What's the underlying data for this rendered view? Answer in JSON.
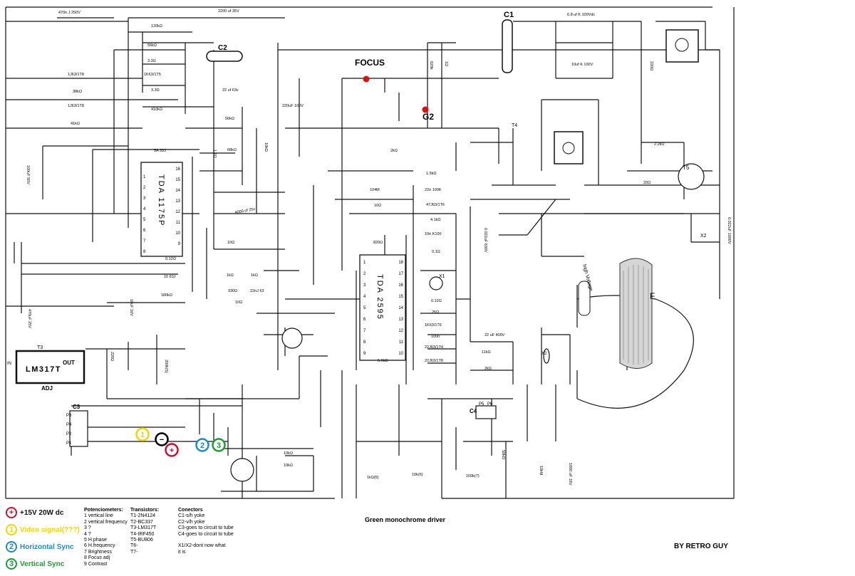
{
  "title": "Green monochrome driver",
  "author": "BY RETRO GUY",
  "labels": {
    "focus": "FOCUS",
    "g2": "G2",
    "c1": "C1",
    "c2": "C2",
    "c3": "C3",
    "c4": "C4",
    "p5": "P5",
    "p6": "P6",
    "t3": "T3",
    "t4": "T4",
    "t5": "T5",
    "x1": "X1",
    "x2": "X2",
    "ic1": "TDA 1175P",
    "ic2": "TDA 2595",
    "reg": "LM317T",
    "reg_in": "IN",
    "reg_out": "OUT",
    "reg_adj": "ADJ",
    "high_voltage": "high Voltage",
    "f": "F"
  },
  "components": [
    "470n J 250V",
    "2200 uf 35V",
    "120kΩ",
    "56kΩ",
    "3.3Ω",
    "1K63/1T5",
    "3.3Ω",
    "1J63/1T8",
    "38kΩ",
    "1J63/1T8",
    "410kΩ",
    "41kΩ",
    "22 uf 63v",
    "56kΩ",
    "5A 33J",
    "68kΩ",
    "1.2Ω",
    "10kΩ",
    "4000 uf 25v",
    "10Ω",
    "100uF 50V",
    "0.12Ω",
    "15 63J",
    "180kΩ",
    "1kΩ",
    "1kΩ",
    "330Ω",
    "22nJ 63",
    "10Ω",
    "10uF 16V",
    "470uF 25V",
    "220Ω",
    "200k(5)",
    "10kΩ",
    "10kΩ",
    "220uF 100V",
    "620k",
    "1Ω",
    "2kΩ",
    "1.5kΩ",
    "22n 100K",
    "104M",
    "10Ω",
    "47J63/1T6",
    "4.1kΩ",
    "10n K100",
    "0.1Ω",
    "820Ω",
    "0.12Ω",
    "25Ω",
    "1K63/1T6",
    "100n",
    "22J63/1T4",
    "22J63/1T8",
    "5.6kΩ",
    "6.8 uf K 100Vdc",
    "10uf K 100V",
    "220Ω",
    "2.2kΩ",
    "33Ω",
    "0.022uF 1000V",
    "0.022uF 630V",
    "22 uF 400V",
    "11kΩ",
    "2kΩ",
    "1000 uF 16V",
    "10kM",
    "50kΩ",
    "100k(7)",
    "10k(6)",
    "1kΩ(5)"
  ],
  "markers": [
    {
      "num": "+",
      "color": "#c8102e"
    },
    {
      "num": "1",
      "color": "#f2d600"
    },
    {
      "num": "−",
      "color": "#000000"
    },
    {
      "num": "+",
      "color": "#c8102e"
    },
    {
      "num": "2",
      "color": "#1e8bc3"
    },
    {
      "num": "3",
      "color": "#1f9a3a"
    }
  ],
  "pins_c3": [
    "P3",
    "P4",
    "P2",
    "P1"
  ],
  "pins_ic1_left": [
    "1",
    "2",
    "3",
    "4",
    "5",
    "6",
    "7",
    "8"
  ],
  "pins_ic1_right": [
    "16",
    "15",
    "14",
    "13",
    "12",
    "11",
    "10",
    "9"
  ],
  "pins_ic2_left": [
    "1",
    "2",
    "3",
    "4",
    "5",
    "6",
    "7",
    "8",
    "9"
  ],
  "pins_ic2_right": [
    "18",
    "17",
    "16",
    "15",
    "14",
    "13",
    "12",
    "11",
    "10"
  ],
  "power_legend": [
    {
      "num": "+",
      "label": "+15V 20W dc",
      "color": "#c8102e"
    },
    {
      "num": "1",
      "label": "Video signal(???)",
      "color": "#f2d600"
    },
    {
      "num": "2",
      "label": "Horizontal Sync",
      "color": "#1e8bc3"
    },
    {
      "num": "3",
      "label": "Vertical Sync",
      "color": "#1f9a3a"
    }
  ],
  "potentiometers": {
    "heading": "Potenciometers:",
    "items": [
      "1 vertical line",
      "2 vertical frequency",
      "3 ?",
      "4 ?",
      "5 H.phase",
      "6 H.frequency",
      "7 Brightness",
      "8 Focus adj",
      "9 Contrast"
    ]
  },
  "transistors": {
    "heading": "Transistors:",
    "items": [
      "T1-2N4124",
      "T2-BC337",
      "T3-LM317T",
      "T4-IRF450",
      "T5-BU806",
      "T6-",
      "T7-"
    ]
  },
  "connectors": {
    "heading": "Conectors",
    "items": [
      "C1-s/h yoke",
      "C2-v/h yoke",
      "C3-goes to circuit to tube",
      "C4-goes to circuit to tube",
      "",
      "X1/X2-dont now what",
      "it    is"
    ]
  },
  "colors": {
    "red": "#c8102e",
    "yellow": "#f2d600",
    "blue": "#1e8bc3",
    "green": "#1f9a3a",
    "ink": "#111111"
  }
}
